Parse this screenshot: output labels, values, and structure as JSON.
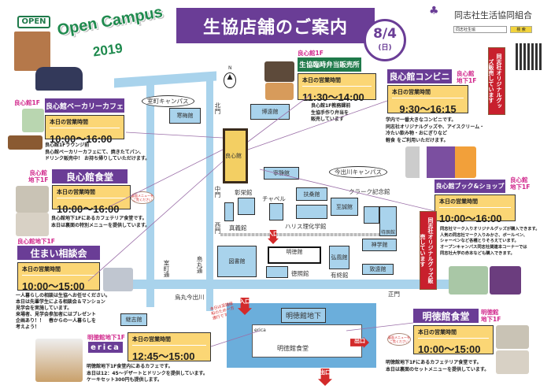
{
  "header": {
    "title": "生協店舗のご案内",
    "date": "8/4",
    "weekday": "(日)",
    "open_sign": "OPEN",
    "event_line1": "Open Campus",
    "event_line2": "2019"
  },
  "logo": {
    "org_name": "同志社生活協同組合",
    "search_value": "同志社生協",
    "search_button": "検 索"
  },
  "hours_label": "本日の営業時間",
  "shops": {
    "bakery": {
      "location": "良心館1F",
      "name": "良心館ベーカリーカフェ",
      "hours": "10:00〜16:00",
      "desc": "良心館1Fラウンジ前\n良心館ベーカリーカフェにて、焼きたてパン、\nドリンク販売中！ お持ち帰りしていただけます。"
    },
    "ryoshin_dining": {
      "location": "良心館\n地下1F",
      "name": "良心館食堂",
      "hours": "10:00〜16:00",
      "desc": "良心館地下1Fにあるカフェテリア食堂です。\n本日は裏面の特別メニューを提供しています。",
      "sign": "裏面メニューをご覧ください"
    },
    "housing": {
      "location": "良心館地下1F",
      "name": "住まい相談会",
      "hours": "10:00〜15:00",
      "desc": "一人暮らしの相談は生協へお任せください。\n本日は先輩学生による相談会＆マンション\n見学会を実施しています。\n来場者、見学会参加者にはプレゼント\n企画あり！！　春からの一人暮らしを\n考えよう！"
    },
    "erica": {
      "location": "明徳館地下1F",
      "name": "erica",
      "hours": "12:45〜15:00",
      "desc": "明徳館地下1F食堂内にあるカフェです。\n本日は12：45〜デザートとドリンクを提供しています。\nケーキセット300円も提供します。"
    },
    "bento": {
      "location": "良心館1F",
      "name": "生協臨時弁当販売所",
      "hours": "11:30〜14:00",
      "desc": "良心館1F教務課前\n生協手作り弁当を\n販売しています"
    },
    "convenience": {
      "location": "良心館\n地下1F",
      "name": "良心館コンビニ",
      "hours": "9:30〜16:15",
      "desc": "学内で一番大きなコンビニです。\n同志社オリジナルグッズや、アイスクリーム・\n冷たい飲み物・おにぎりなど\n軽食 をご利用いただけます。"
    },
    "bookshop": {
      "location": "良心館\n地下1F",
      "name": "良心館ブック&ショップ",
      "hours": "10:00〜16:00",
      "desc": "同志社マーク入りオリジナルグッズが購入できます。\n人気の同志社マーク入りみかさ、ボールペン、\nシャーペンなど各種とりそろえています。\nオープンキャンパス同志社関連本コーナーでは\n同志社大学の赤本なども購入できます。"
    },
    "meitoku_dining": {
      "location": "明徳館\n地下1F",
      "name": "明徳館食堂",
      "hours": "10:00〜15:00",
      "desc": "明徳館地下1Fにあるカフェテリア食堂です。\n本日は裏面のセットメニューを提供しています。",
      "sign": "裏面メニューをご覧ください"
    }
  },
  "banners": [
    "同志社オリジナルグッズ販売しています",
    "同志社オリジナルグッズ販売しています"
  ],
  "map": {
    "north": "N",
    "campus_muromachi": "室町キャンパス",
    "campus_imadegawa": "今出川キャンパス",
    "roads": {
      "muromachi": "室町通",
      "karasuma": "烏丸通",
      "karasuma_imadegawa": "烏丸今出川"
    },
    "gates": {
      "north": "北門",
      "middle": "中門",
      "west": "西門",
      "main": "正門"
    },
    "buildings": {
      "kanbai": "寒梅館",
      "hakuen": "博遠館",
      "ryoshin": "良心館",
      "neisei": "寧静館",
      "shoei": "彰栄館",
      "chapel": "チャペル",
      "fuso": "扶桑館",
      "clark": "クラーク記念館",
      "shisei": "至誠館",
      "shingi": "真義館",
      "harris": "ハリス理化学館",
      "jiryo": "待辰館",
      "shingaku": "神学館",
      "meitoku": "明徳館",
      "library": "図書館",
      "kofu": "弘風館",
      "tokusho": "徳照館",
      "yushu": "有終館",
      "chiento": "致遠館",
      "keishi": "継志館"
    },
    "entrance": "入口",
    "exit": "出口",
    "stairs_note": "本日は混雑緩和のため一方通行です",
    "basement_title": "明徳館地下",
    "basement_dining": "明徳館食堂",
    "basement_erica": "erica"
  }
}
